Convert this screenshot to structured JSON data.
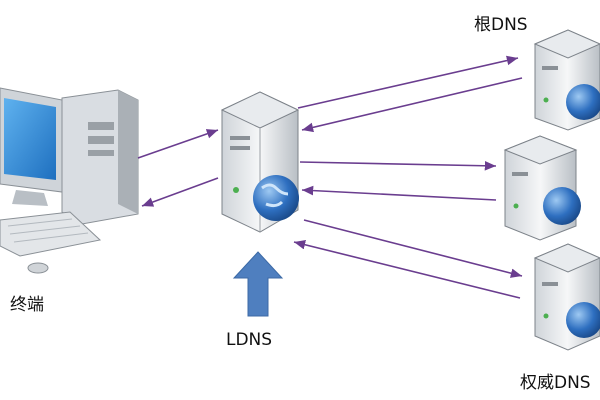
{
  "labels": {
    "terminal": "终端",
    "ldns": "LDNS",
    "root_dns": "根DNS",
    "authoritative_dns": "权威DNS"
  },
  "colors": {
    "arrow": "#6a3d8f",
    "up_arrow": "#4f7fbf",
    "server_body": "#e9ecef",
    "globe": "#2e6fc0",
    "monitor_screen": "#2e8fd8"
  },
  "icons": {
    "terminal": "desktop-computer-icon",
    "server": "server-with-globe-icon",
    "pointer": "up-arrow-icon"
  }
}
